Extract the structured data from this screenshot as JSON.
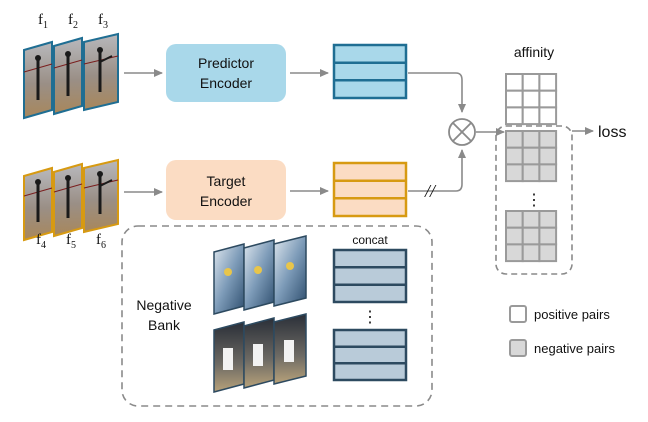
{
  "frames": {
    "top": [
      "f",
      "f",
      "f"
    ],
    "top_sub": [
      "1",
      "2",
      "3"
    ],
    "bottom": [
      "f",
      "f",
      "f"
    ],
    "bottom_sub": [
      "4",
      "5",
      "6"
    ]
  },
  "predictor": {
    "line1": "Predictor",
    "line2": "Encoder"
  },
  "target": {
    "line1": "Target",
    "line2": "Encoder"
  },
  "negative_bank": {
    "line1": "Negative",
    "line2": "Bank",
    "concat": "concat",
    "dots": "⋮"
  },
  "affinity": {
    "title": "affinity",
    "dots": "⋮"
  },
  "loss": "loss",
  "stop_grad": "//",
  "legend": {
    "positive": "positive pairs",
    "negative": "negative pairs"
  },
  "colors": {
    "predictor_fill": "#a9d8ea",
    "predictor_embed_stroke": "#1f6e93",
    "target_fill": "#fbdcc3",
    "target_embed_stroke": "#d79a12",
    "bank_embed_fill": "#b9cbd9",
    "bank_embed_stroke": "#2d4a60",
    "grid_stroke": "#9a9a9a",
    "negative_cell_fill": "#d8d8d8",
    "arrow": "#8a8a8a"
  }
}
